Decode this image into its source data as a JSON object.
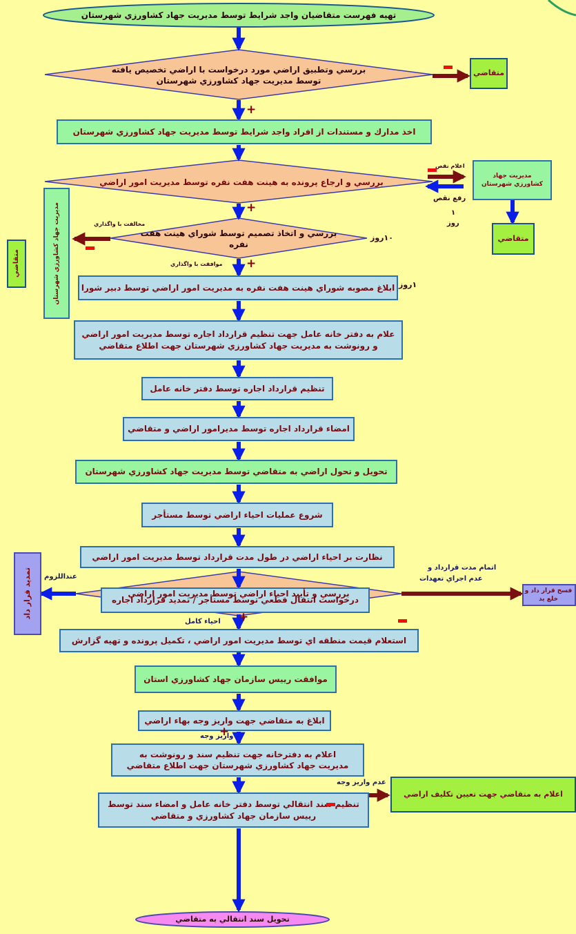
{
  "steps": {
    "start": "تهيه فهرست متقاضيان واجد شرايط توسط مديريت جهاد كشاورزي شهرستان",
    "d1_l1": "بررسي وتطبيق اراضي مورد درخواست با اراضي تخصيص يافته",
    "d1_l2": "توسط مديريت جهاد كشاورزي شهرستان",
    "s2": "اخذ مدارك و مستندات از افراد واجد شرايط توسط مديريت جهاد كشاورزي شهرستان",
    "d2": "بررسي و ارجاع پرونده به هينت هفت نفره توسط مديريت امور اراضي",
    "d3": "بررسي و اتخاذ تصميم توسط شوراي هينت هفت نفره",
    "s3": "ابلاغ مصوبه شوراي هينت هفت نفره به مديريت امور اراضي توسط دبير شورا",
    "s4_l1": "علام به دفتر خانه عامل جهت تنظيم قرارداد اجاره توسط مديريت امور اراضي",
    "s4_l2": "و رونوشت به مديريت جهاد كشاورزي شهرستان جهت اطلاع متقاضي",
    "s5": "تنظيم قرارداد اجاره توسط دفتر خانه عامل",
    "s6": "امضاء قرارداد اجاره توسط مديرامور اراضي و متقاضي",
    "s7": "تحويل و تحول اراضي به متقاضي توسط مديريت جهاد كشاورزي شهرستان",
    "s8": "شروع عمليات احياء اراضي توسط مستأجر",
    "s9": "نظارت بر احياء اراضي در طول مدت قرارداد توسط مديريت امور اراضي",
    "s10": "درخواست انتقال قطعي توسط مستأجر / تمديد قرارداد اجاره",
    "d4": "بررسي و تأييد  احياء اراضي توسط مديريت امور اراضي",
    "s11": "استعلام قيمت منطقه اي توسط مديريت امور اراضي ، تكميل پرونده و تهيه گزارش",
    "s12": "موافقت  رييس سازمان جهاد كشاورزي استان",
    "s13": "ابلاغ به متقاضي جهت واريز وجه بهاء اراضي",
    "s14_l1": "اعلام به دفترخانه جهت تنظيم سند و رونوشت به",
    "s14_l2": "مديريت جهاد كشاورزي شهرستان جهت اطلاع متقاضي",
    "s15_l1": "تنظيم سند انتقالي توسط دفتر خانه عامل و امضاء سند توسط",
    "s15_l2": "رييس سازمان جهاد كشاورزي و متقاضي",
    "end": "تحويل سند انتقالي به متقاضي"
  },
  "side": {
    "applicant_top": "متقاضي",
    "mgmt_l1": "مديريت جهاد",
    "mgmt_l2": "كشاورزي شهرستان",
    "applicant_mid": "متقاضي",
    "mgmt_vertical": "مديريت جهاد كشاورزي شهرستان",
    "applicant_left": "متقاضي",
    "lease_extension": "تمديد قرار داد",
    "termination": "فسخ قرار داد و خلع يد",
    "announce_cost": "اعلام به متقاضي جهت تعيين تكليف اراضي"
  },
  "labels": {
    "deficiency_notice": "اعلام نقص",
    "deficiency_fix": "رفع نقص",
    "one": "۱",
    "day": "روز",
    "ten_days": "۱۰روز",
    "one_day": "۱روز",
    "opposed": "مخالفت با واگذاري",
    "agreed": "موافقت با واگذاري",
    "if_needed": "عنداللزوم",
    "contract_end_l1": "اتمام مدت قرارداد  و",
    "contract_end_l2": "عدم اجراي تعهدات",
    "full_revival": "احياء كامل",
    "no_payment": "عدم واريز وجه",
    "payment": "واريز وجه"
  },
  "colors": {
    "background": "#fefea0",
    "flow_arrow": "#0a1ee8",
    "reject_arrow": "#7a1010",
    "diamond_fill": "#f8c596",
    "text": "#7a0a12"
  }
}
